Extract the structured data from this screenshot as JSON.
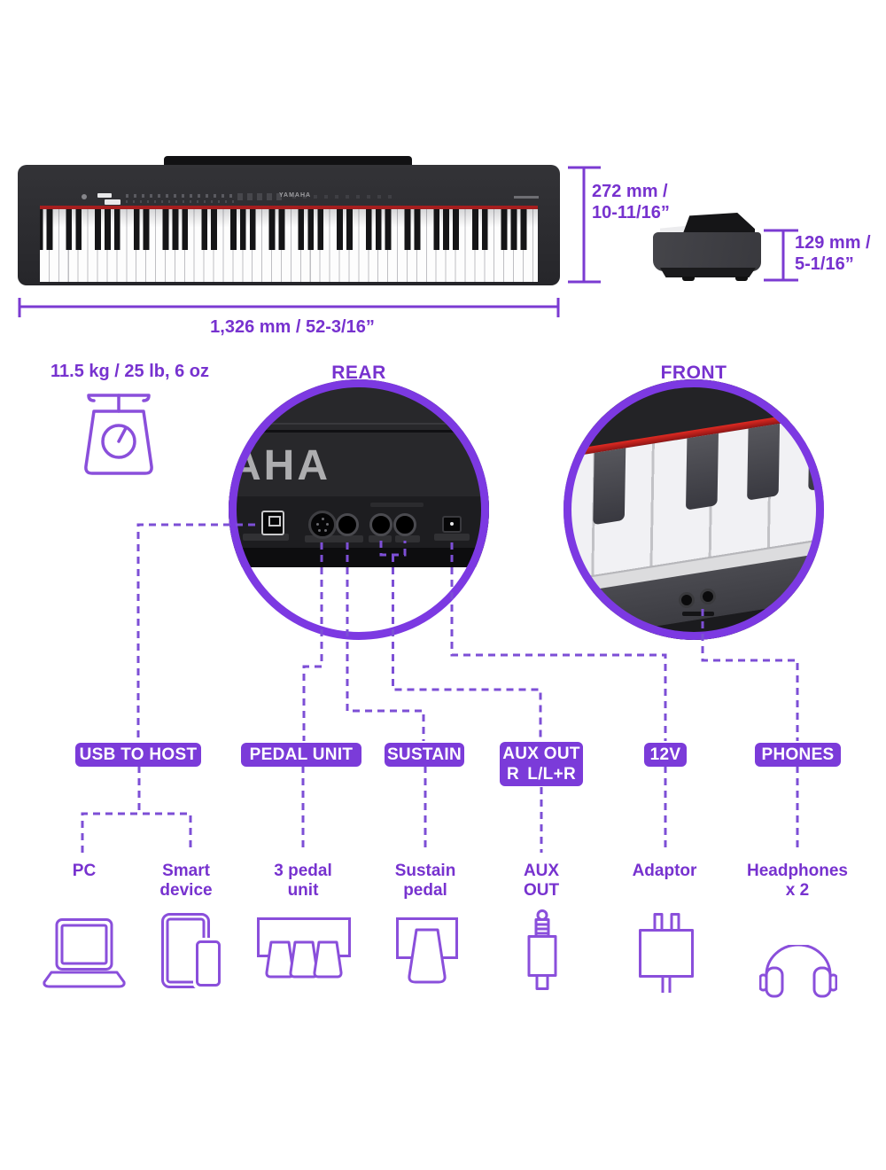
{
  "dimensions": {
    "height_line1": "272 mm /",
    "height_line2": "10-11/16”",
    "width": "1,326 mm / 52-3/16”",
    "depth_line1": "129 mm /",
    "depth_line2": "5-1/16”",
    "weight": "11.5 kg / 25 lb, 6 oz"
  },
  "views": {
    "rear": "REAR",
    "front": "FRONT"
  },
  "branding": {
    "rear_logo_fragment": "AHA",
    "top_logo": "YAMAHA"
  },
  "port_labels": [
    {
      "id": "usb-to-host",
      "text": "USB TO HOST"
    },
    {
      "id": "pedal-unit",
      "text": "PEDAL UNIT"
    },
    {
      "id": "sustain",
      "text": "SUSTAIN"
    },
    {
      "id": "aux-out",
      "line1": "AUX OUT",
      "line2_left": "R",
      "line2_right": "L/L+R"
    },
    {
      "id": "12v",
      "text": "12V"
    },
    {
      "id": "phones",
      "text": "PHONES"
    }
  ],
  "devices": [
    {
      "id": "pc",
      "line1": "PC",
      "line2": "",
      "icon": "laptop-icon"
    },
    {
      "id": "smart-device",
      "line1": "Smart",
      "line2": "device",
      "icon": "smart-device-icon"
    },
    {
      "id": "three-pedal-unit",
      "line1": "3 pedal",
      "line2": "unit",
      "icon": "three-pedal-unit-icon"
    },
    {
      "id": "sustain-pedal",
      "line1": "Sustain",
      "line2": "pedal",
      "icon": "sustain-pedal-icon"
    },
    {
      "id": "aux-out-plug",
      "line1": "AUX",
      "line2": "OUT",
      "icon": "aux-plug-icon"
    },
    {
      "id": "adaptor",
      "line1": "Adaptor",
      "line2": "",
      "icon": "power-adaptor-icon"
    },
    {
      "id": "headphones",
      "line1": "Headphones",
      "line2": "x 2",
      "icon": "headphones-icon"
    }
  ],
  "colors": {
    "accent_text": "#7732CF",
    "pill_background": "#7B3BD9",
    "dashed_line": "#7D4FD6",
    "circle_ring": "#7C39E2",
    "icon_stroke": "#8A4FDB",
    "piano_body": "#2B2B2E",
    "felt_red": "#A61E1E"
  }
}
